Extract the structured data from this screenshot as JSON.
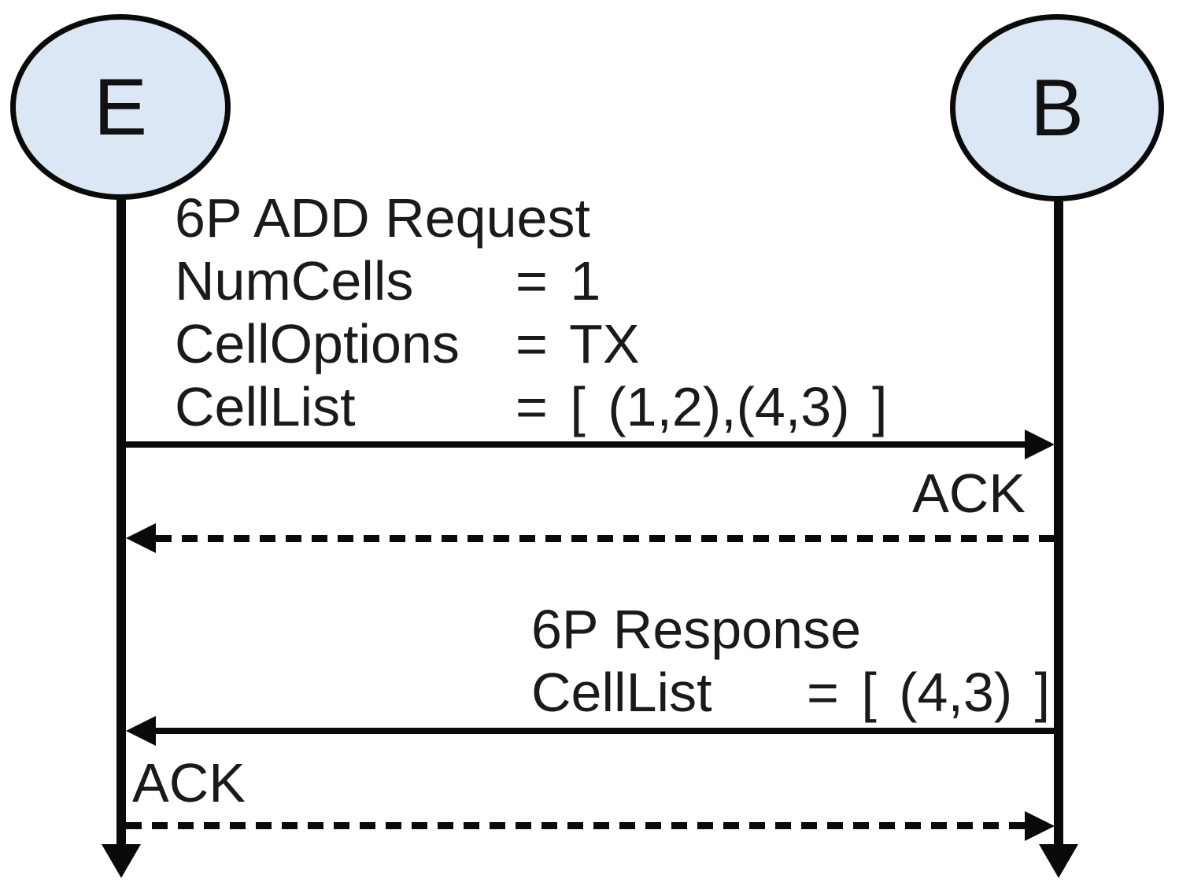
{
  "diagram_type": "sequence-diagram",
  "colors": {
    "line": "#0a0a0a",
    "text": "#1a1a1a",
    "node_fill": "#dbe7f4",
    "node_border": "#0a0a0a",
    "background": "#ffffff"
  },
  "nodes": {
    "left": {
      "label": "E"
    },
    "right": {
      "label": "B"
    }
  },
  "messages": [
    {
      "from": "E",
      "to": "B",
      "style": "solid",
      "lines": [
        {
          "label": "6P ADD Request",
          "value": ""
        },
        {
          "label": "NumCells",
          "value": "= 1"
        },
        {
          "label": "CellOptions",
          "value": "= TX"
        },
        {
          "label": "CellList",
          "value": "= [ (1,2),(4,3) ]"
        }
      ]
    },
    {
      "from": "B",
      "to": "E",
      "style": "dashed",
      "lines": [
        {
          "label": "ACK",
          "value": ""
        }
      ]
    },
    {
      "from": "B",
      "to": "E",
      "style": "solid",
      "lines": [
        {
          "label": "6P Response",
          "value": ""
        },
        {
          "label": "CellList",
          "value": "= [ (4,3) ]"
        }
      ]
    },
    {
      "from": "E",
      "to": "B",
      "style": "dashed",
      "lines": [
        {
          "label": "ACK",
          "value": ""
        }
      ]
    }
  ]
}
